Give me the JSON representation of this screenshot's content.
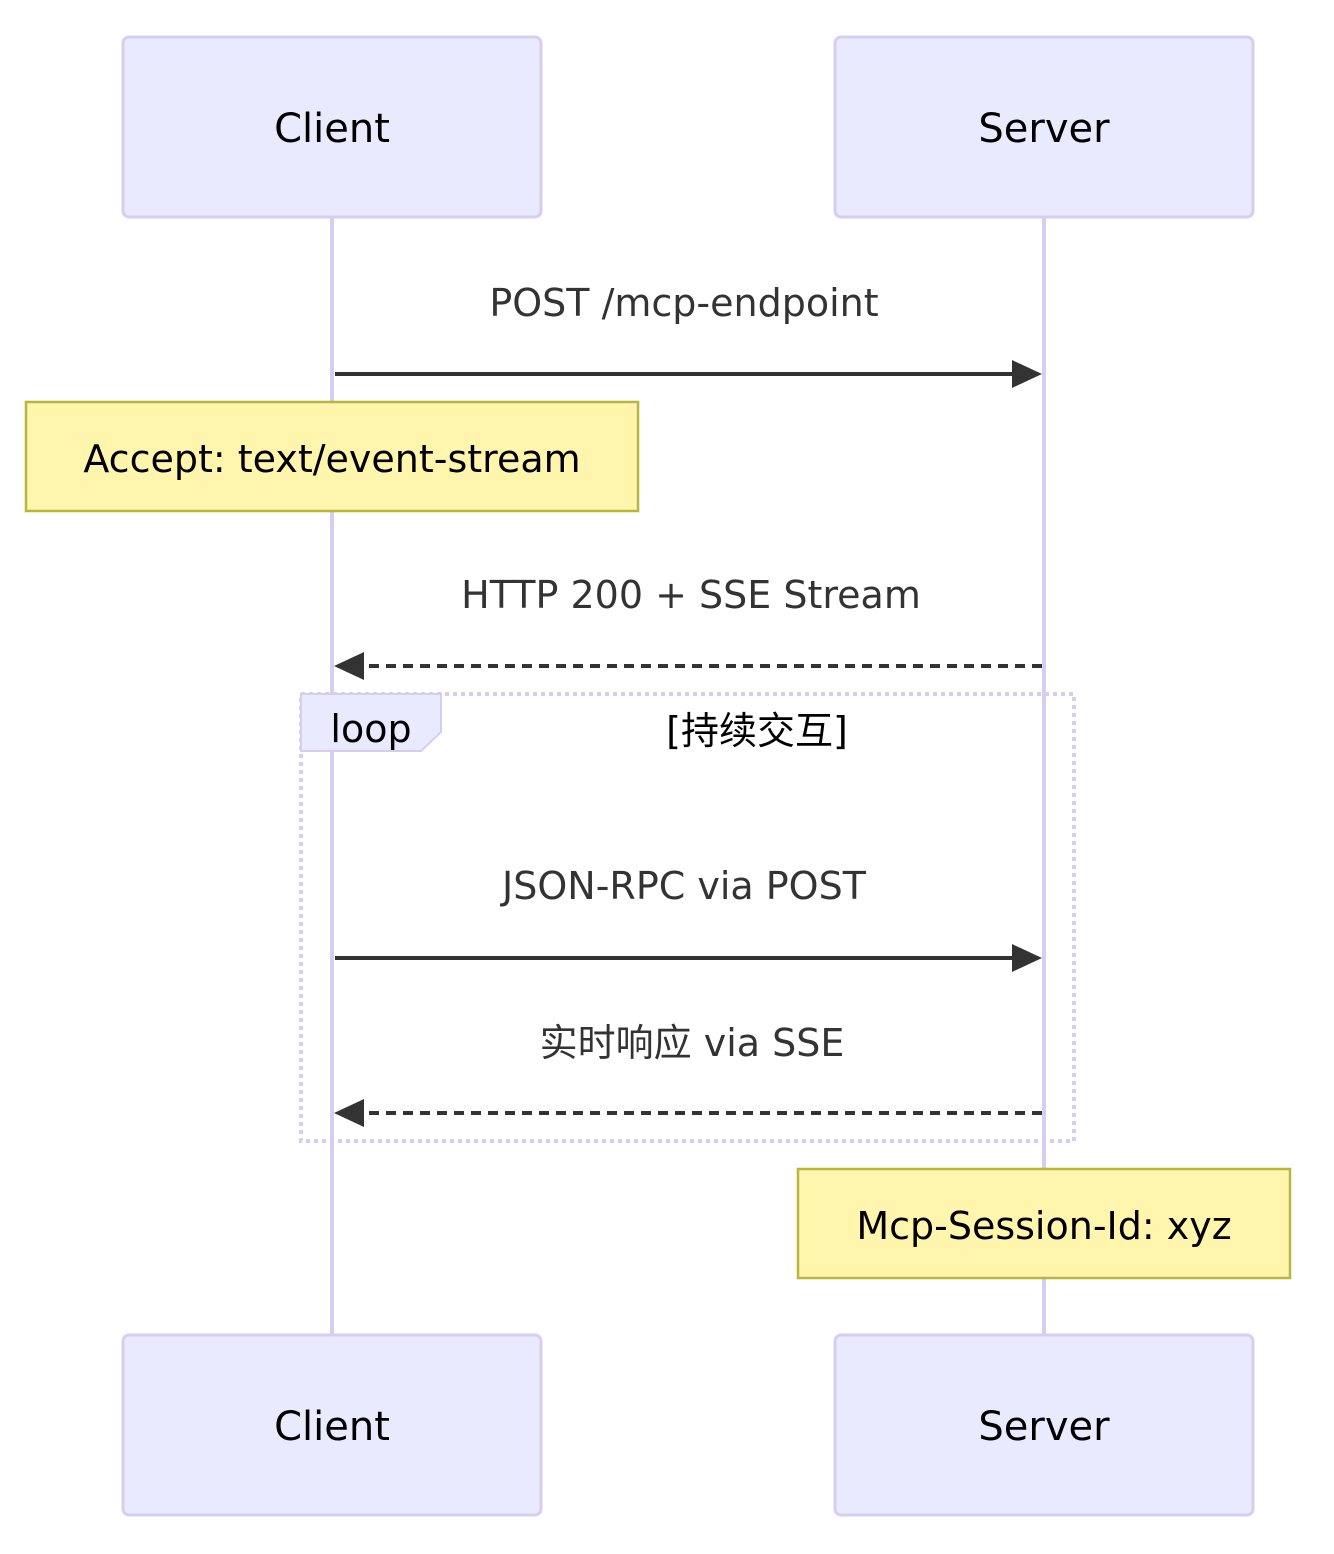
{
  "participants": [
    {
      "id": "client",
      "label": "Client"
    },
    {
      "id": "server",
      "label": "Server"
    }
  ],
  "messages": [
    {
      "id": "m1",
      "label": "POST /mcp-endpoint",
      "from": "client",
      "to": "server",
      "style": "solid"
    },
    {
      "id": "m2",
      "label": "HTTP 200 + SSE Stream",
      "from": "server",
      "to": "client",
      "style": "dashed"
    },
    {
      "id": "m3",
      "label": "JSON-RPC via POST",
      "from": "client",
      "to": "server",
      "style": "solid"
    },
    {
      "id": "m4",
      "label": "实时响应 via SSE",
      "from": "server",
      "to": "client",
      "style": "dashed"
    }
  ],
  "notes": [
    {
      "id": "n1",
      "text": "Accept: text/event-stream",
      "over": "client"
    },
    {
      "id": "n2",
      "text": "Mcp-Session-Id: xyz",
      "over": "server"
    }
  ],
  "loop": {
    "label": "loop",
    "condition": "[持续交互]"
  },
  "colors": {
    "actor_fill": "#eaeaff",
    "actor_stroke": "#d6cdf2",
    "note_fill": "#fff5ad",
    "note_stroke": "#b9b63e",
    "message_line": "#333333"
  }
}
